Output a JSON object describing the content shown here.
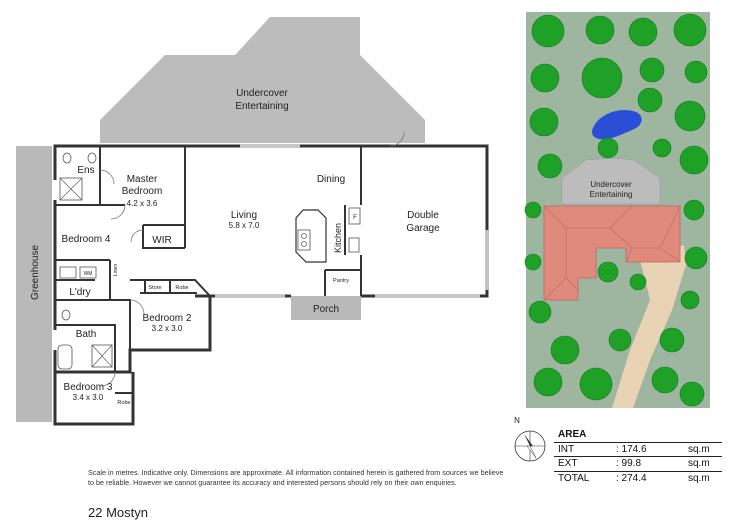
{
  "plan": {
    "rooms": {
      "undercover": [
        "Undercover",
        "Entertaining"
      ],
      "ens": "Ens",
      "master": [
        "Master",
        "Bedroom"
      ],
      "master_size": "4.2 x 3.6",
      "wir": "WIR",
      "bed4": "Bedroom 4",
      "living": "Living",
      "living_size": "5.8 x 7.0",
      "dining": "Dining",
      "kitchen": "Kitchen",
      "pantry": "Pantry",
      "fridge": "F",
      "garage": [
        "Double",
        "Garage"
      ],
      "greenhouse": "Greenhouse",
      "wm": "WM",
      "linen": "Linen",
      "ldry": "L'dry",
      "store": "Store",
      "robe": "Robe",
      "bed2": "Bedroom 2",
      "bed2_size": "3.2 x 3.0",
      "bath": "Bath",
      "bed3": "Bedroom 3",
      "bed3_size": "3.4 x 3.0",
      "robe3": "Robe",
      "porch": "Porch"
    }
  },
  "site": {
    "undercover": [
      "Undercover",
      "Entertaining"
    ]
  },
  "compass": {
    "north": "N"
  },
  "area": {
    "title": "AREA",
    "rows": [
      {
        "label": "INT",
        "value": ": 174.6",
        "unit": "sq.m"
      },
      {
        "label": "EXT",
        "value": ": 99.8",
        "unit": "sq.m"
      },
      {
        "label": "TOTAL",
        "value": ": 274.4",
        "unit": "sq.m"
      }
    ]
  },
  "disclaimer": "Scale in metres. Indicative only. Dimensions are approximate. All information contained herein is gathered from sources we believe to be reliable. However we cannot guarantee its accuracy and interested persons should rely on their own enquiries.",
  "address": "22 Mostyn",
  "colors": {
    "wall": "#333333",
    "outdoor": "#b7b7b7",
    "lawn": "#9eb5a0",
    "roof": "#df8a7c",
    "pool": "#2a4fd6",
    "tree": "#1fa127",
    "path": "#e8d3b4"
  }
}
